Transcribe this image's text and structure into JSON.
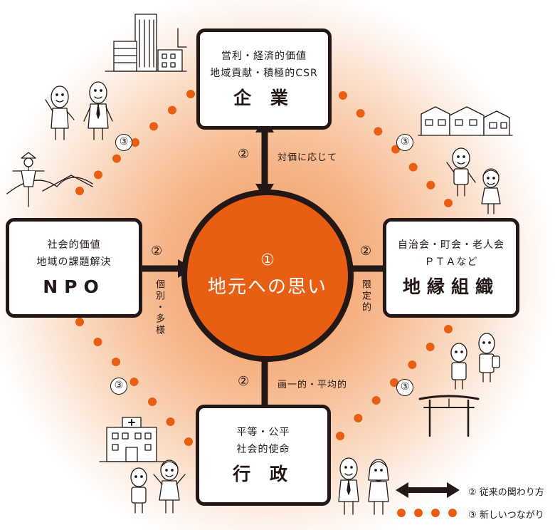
{
  "center": {
    "number": "①",
    "text": "地元への思い"
  },
  "boxes": {
    "top": {
      "line1": "営利・経済的価値",
      "line2": "地域貢献・積極的CSR",
      "title": "企 業"
    },
    "left": {
      "line1": "社会的価値",
      "line2": "地域の課題解決",
      "title": "NPO"
    },
    "right": {
      "line1": "自治会・町会・老人会",
      "line2": "ＰＴＡなど",
      "title": "地縁組織"
    },
    "bottom": {
      "line1": "平等・公平",
      "line2": "社会的使命",
      "title": "行 政"
    }
  },
  "links": {
    "top": {
      "number": "②",
      "label": "対価に応じて"
    },
    "left": {
      "number": "②",
      "label": "個別・多様"
    },
    "right": {
      "number": "②",
      "label": "限定的"
    },
    "bottom": {
      "number": "②",
      "label": "画一的・平均的"
    }
  },
  "network_number": "③",
  "legend": {
    "arrow_label": "② 従来の関わり方",
    "dots_label": "③ 新しいつながり"
  },
  "colors": {
    "accent": "#e85f14",
    "ink": "#231815"
  }
}
